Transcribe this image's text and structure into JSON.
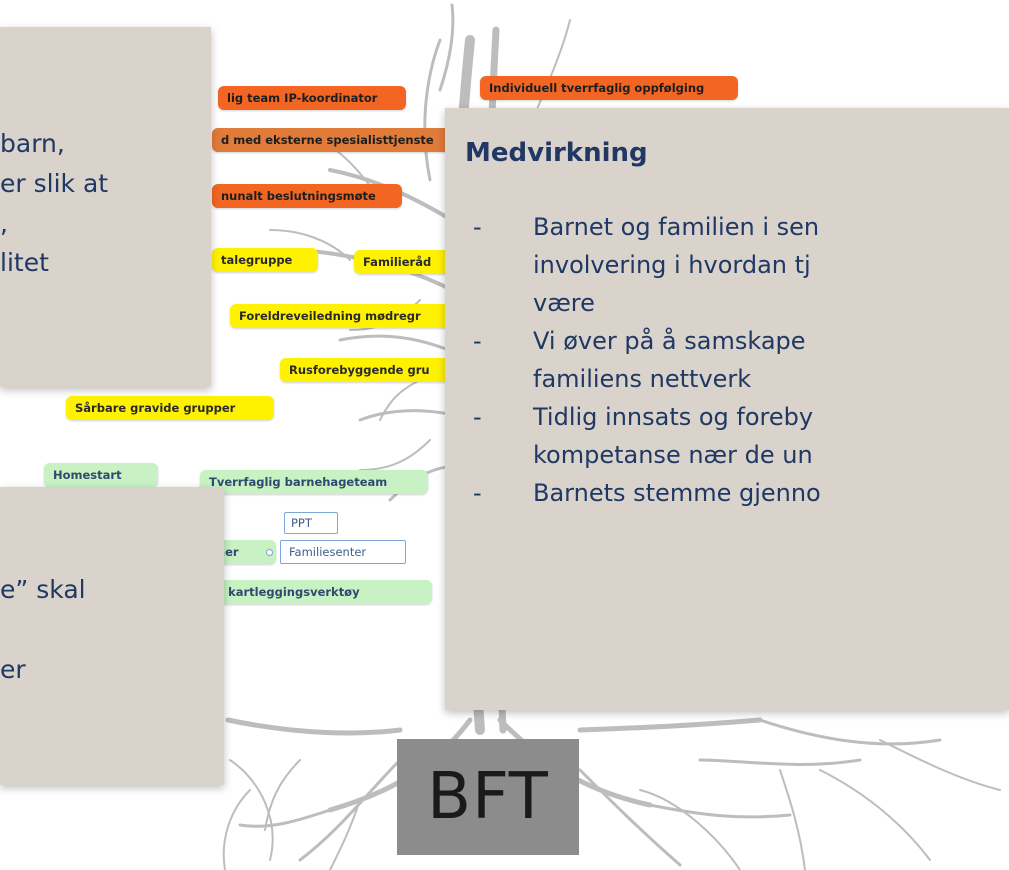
{
  "nodes": {
    "n1": "lig team IP-koordinator",
    "n2": "d med eksterne spesialisttjenste",
    "n3": "nunalt beslutningsmøte",
    "n4": "Individuell tverrfaglig oppfølging",
    "n5": "talegruppe",
    "n6": "Familieråd",
    "n7": "Foreldreveiledning mødregr",
    "n8": "Rusforebyggende gru",
    "n9": "Sårbare gravide grupper",
    "n10": "Homestart",
    "n11": "Tverrfaglig barnehageteam",
    "n12": "PPT",
    "n13": "oner",
    "n14": "Familiesenter",
    "n15": "ike kartleggingsverktøy"
  },
  "panel_top_left": {
    "lines": [
      "barn,",
      "er slik at",
      ",",
      "litet"
    ]
  },
  "panel_bottom_left": {
    "lines": [
      "e” skal",
      "er"
    ]
  },
  "panel_right": {
    "title": "Medvirkning",
    "bullet_marker": "-",
    "bullets": [
      [
        "Barnet og familien i sen",
        "involvering i hvordan tj",
        "være"
      ],
      [
        "Vi øver på å samskape",
        "familiens nettverk"
      ],
      [
        "Tidlig innsats og foreby",
        "kompetanse nær de un"
      ],
      [
        "Barnets stemme gjenno"
      ]
    ]
  },
  "logo": {
    "text": "BFT"
  },
  "colors": {
    "panel_bg": "#d9d3cb",
    "text": "#1f3864",
    "orange": "#f26522",
    "yellow": "#fff200",
    "green": "#c8f2c4",
    "tree": "#b9b9b9"
  }
}
